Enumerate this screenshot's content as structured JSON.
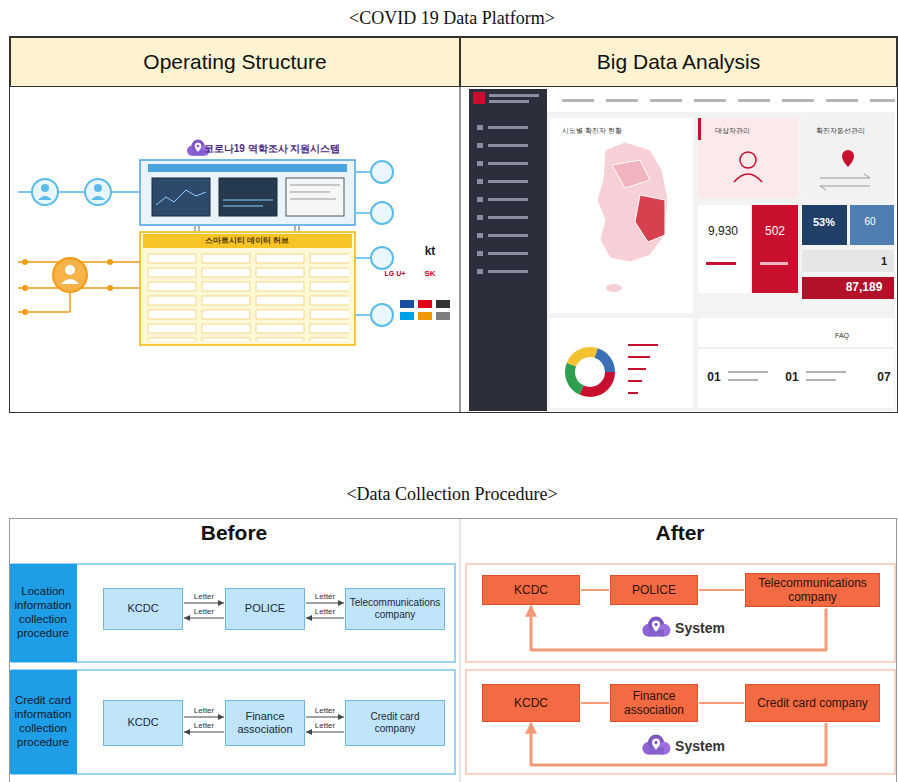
{
  "diagram": {
    "title": "<COVID 19 Data Platform>",
    "nodes": [
      {
        "text": [
          "Operating Structure"
        ]
      },
      {
        "text": [
          "Big Data Analysis"
        ]
      },
      {
        "text": [
          "Location information collection procedure"
        ]
      },
      {
        "text": [
          "KCDC"
        ]
      },
      {
        "text": [
          "POLICE"
        ]
      },
      {
        "text": [
          "Telecommunications company"
        ]
      },
      {
        "text": [
          "KCDC"
        ]
      },
      {
        "text": [
          "POLICE"
        ]
      },
      {
        "text": [
          "Telecommunications company"
        ]
      },
      {
        "text": [
          "Credit card information collection procedure"
        ]
      },
      {
        "text": [
          "KCDC"
        ]
      },
      {
        "text": [
          "Finance association"
        ]
      },
      {
        "text": [
          "Credit card company"
        ]
      },
      {
        "text": [
          "KCDC"
        ]
      },
      {
        "text": [
          "Finance association"
        ]
      },
      {
        "text": [
          "Credit card company"
        ]
      }
    ],
    "edges": [
      {
        "from": 3,
        "to": 4,
        "label": "Letter",
        "arrow": "to"
      },
      {
        "from": 4,
        "to": 3,
        "label": "Letter",
        "arrow": "to"
      },
      {
        "from": 4,
        "to": 5,
        "label": "Letter",
        "arrow": "to"
      },
      {
        "from": 5,
        "to": 4,
        "label": "Letter",
        "arrow": "to"
      },
      {
        "from": 6,
        "to": 7,
        "arrow": "none"
      },
      {
        "from": 7,
        "to": 8,
        "arrow": "none"
      },
      {
        "from": 8,
        "to": 6,
        "arrow": "to"
      },
      {
        "from": 10,
        "to": 11,
        "label": "Letter",
        "arrow": "to"
      },
      {
        "from": 11,
        "to": 10,
        "label": "Letter",
        "arrow": "to"
      },
      {
        "from": 11,
        "to": 12,
        "label": "Letter",
        "arrow": "to"
      },
      {
        "from": 12,
        "to": 11,
        "label": "Letter",
        "arrow": "to"
      },
      {
        "from": 13,
        "to": 14,
        "arrow": "none"
      },
      {
        "from": 14,
        "to": 15,
        "arrow": "none"
      },
      {
        "from": 15,
        "to": 13,
        "arrow": "to"
      }
    ],
    "labels": [
      "<Data Collection Procedure>",
      "Before",
      "After",
      "System",
      "System",
      "코로나19 역학조사 지원시스템",
      "스마트시티 데이터 허브",
      "kt",
      "LG U+",
      "SK",
      "시도별 확진자 현황",
      "대상자관리",
      "확진자동선관리",
      "9,930",
      "502",
      "53%",
      "60",
      "1",
      "87,189",
      "FAQ",
      "01",
      "01",
      "07"
    ]
  }
}
